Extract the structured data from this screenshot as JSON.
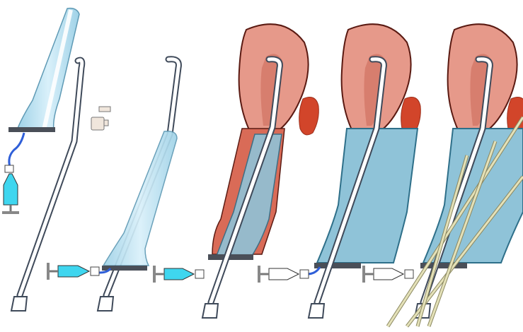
{
  "figure": {
    "description_visible_text": "",
    "steps": [
      {
        "id": "step-1",
        "components": [
          "sleeve",
          "syringe",
          "stylet",
          "clip"
        ]
      },
      {
        "id": "step-2",
        "components": [
          "stylet-with-sleeve",
          "syringe"
        ]
      },
      {
        "id": "step-3",
        "components": [
          "uterus",
          "lesion",
          "stylet",
          "inflated-sleeve",
          "syringe"
        ]
      },
      {
        "id": "step-4",
        "components": [
          "uterus",
          "lesion",
          "stylet",
          "inflated-sleeve",
          "syringe"
        ]
      },
      {
        "id": "step-5",
        "components": [
          "uterus",
          "lesion",
          "stylet",
          "inflated-sleeve",
          "syringe",
          "instruments"
        ]
      }
    ]
  },
  "colors": {
    "sleeve": "#b9dff0",
    "sleeve_inflated": "#8fc3d8",
    "stylet_fill": "#ffffff",
    "stylet_edge": "#3f4a5a",
    "tube": "#2f5fd8",
    "syringe_fluid": "#3fd6ef",
    "uterus_outer": "#e6998a",
    "uterus_inner": "#d77e6e",
    "uterus_edge": "#5a1a12",
    "vagina_wall": "#d96b57",
    "lesion": "#d2452a",
    "instrument": "#e4e1b8"
  }
}
